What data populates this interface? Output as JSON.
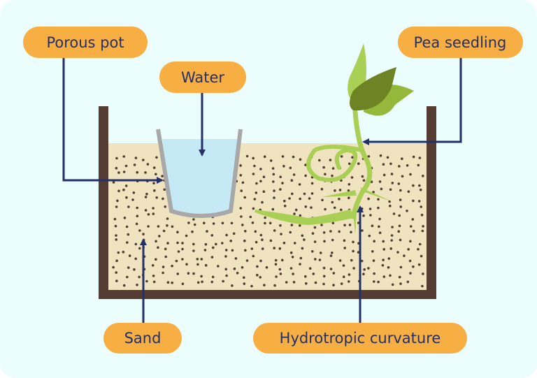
{
  "labels": {
    "porous_pot": "Porous pot",
    "water": "Water",
    "pea_seedling": "Pea seedling",
    "sand": "Sand",
    "hydrotropic_curvature": "Hydrotropic curvature"
  },
  "colors": {
    "background": "#ebfdfd",
    "sand": "#efe4bf",
    "container": "#553c33",
    "water": "#c5eaf5",
    "pot": "#a8a8a8",
    "label_fill": "#f7ae43",
    "label_text": "#23306a",
    "seedling": "#a9cf54",
    "leaf_dark": "#6e8424",
    "leaf_mid": "#94b83a"
  }
}
